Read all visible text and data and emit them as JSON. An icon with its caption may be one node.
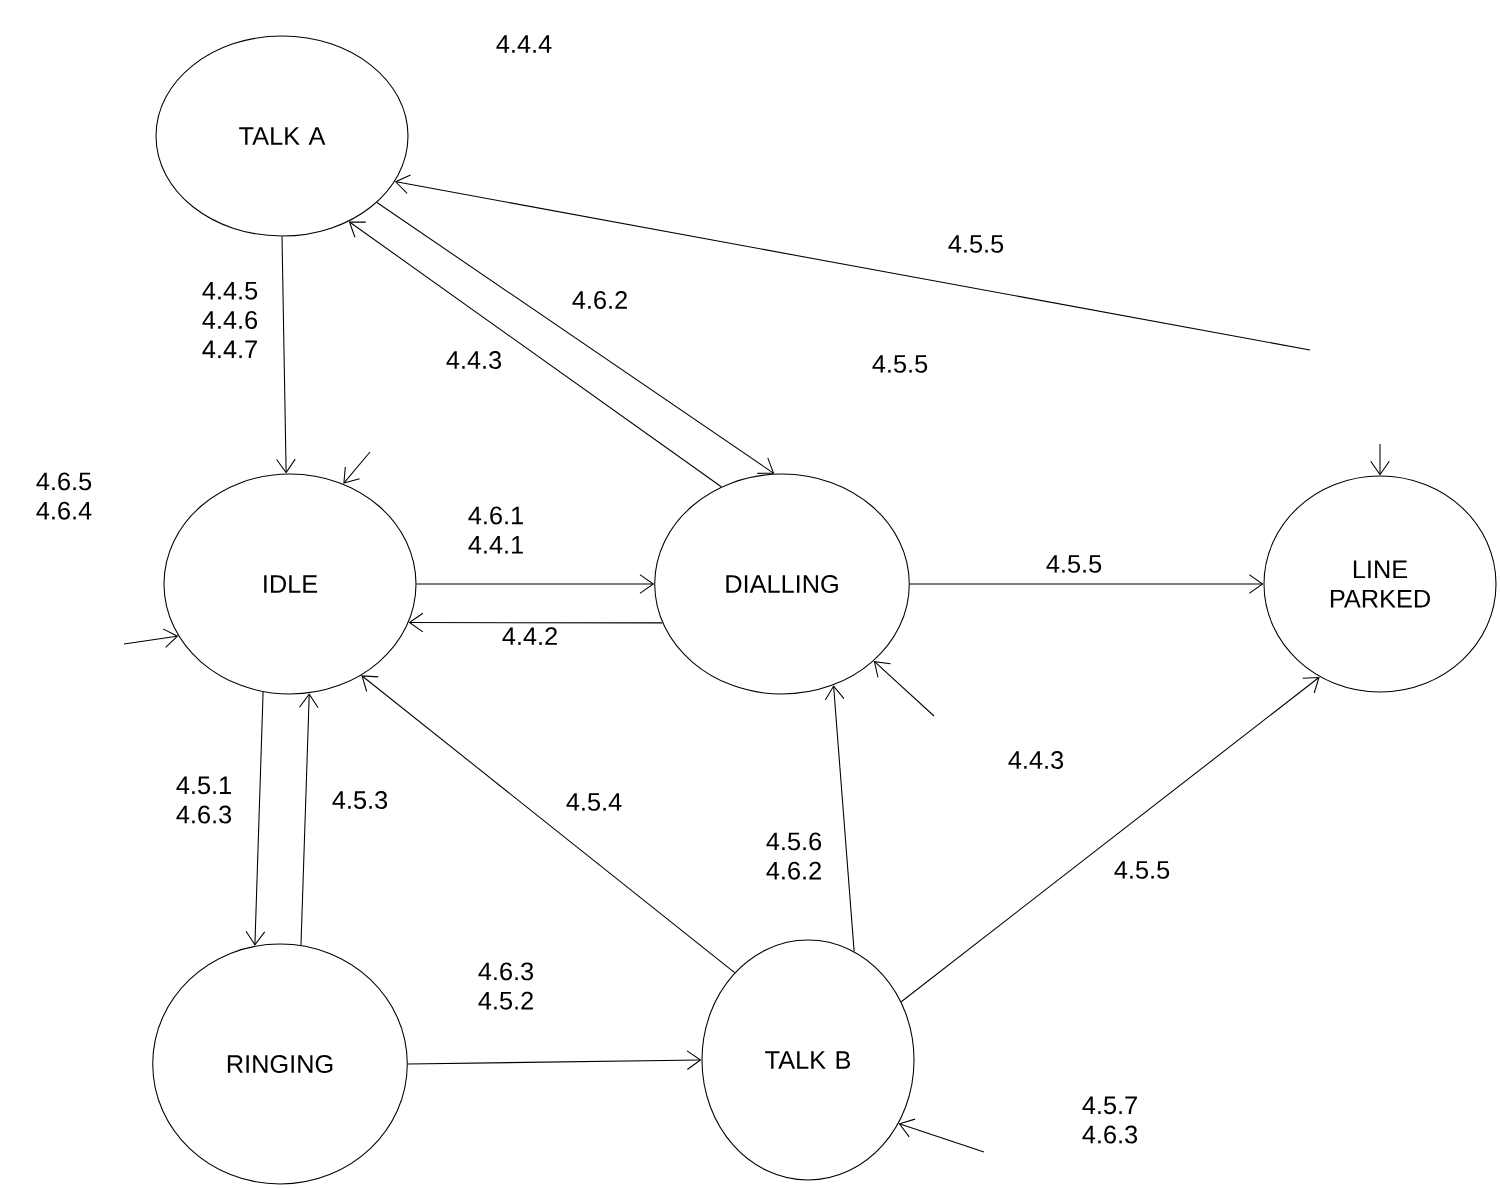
{
  "diagram": {
    "nodes": [
      {
        "text": [
          "TALK A"
        ]
      },
      {
        "text": [
          "IDLE"
        ]
      },
      {
        "text": [
          "DIALLING"
        ]
      },
      {
        "text": [
          "LINE PARKED"
        ]
      },
      {
        "text": [
          "RINGING"
        ]
      },
      {
        "text": [
          "TALK B"
        ]
      }
    ],
    "edges": [
      {
        "from": 0,
        "to": 1,
        "arrow": "to",
        "label": "4.4.5 4.4.6 4.4.7"
      },
      {
        "from": 0,
        "to": 2,
        "arrow": "to",
        "label": "4.6.2"
      },
      {
        "from": 2,
        "to": 0,
        "arrow": "to",
        "label": "4.4.3"
      },
      {
        "from": null,
        "to": 0,
        "arrow": "to",
        "label": "4.5.5"
      },
      {
        "from": 1,
        "to": 2,
        "arrow": "to",
        "label": "4.6.1 4.4.1"
      },
      {
        "from": 2,
        "to": 1,
        "arrow": "to",
        "label": "4.4.2"
      },
      {
        "from": 2,
        "to": 3,
        "arrow": "to",
        "label": "4.5.5"
      },
      {
        "from": 1,
        "to": 4,
        "arrow": "to",
        "label": "4.5.1 4.6.3"
      },
      {
        "from": 4,
        "to": 1,
        "arrow": "to",
        "label": "4.5.3"
      },
      {
        "from": 5,
        "to": 1,
        "arrow": "to",
        "label": "4.5.4"
      },
      {
        "from": 4,
        "to": 5,
        "arrow": "to",
        "label": "4.6.3 4.5.2"
      },
      {
        "from": 5,
        "to": 2,
        "arrow": "to",
        "label": "4.5.6 4.6.2"
      },
      {
        "from": 5,
        "to": 3,
        "arrow": "to",
        "label": "4.5.5"
      },
      {
        "from": null,
        "to": 1,
        "arrow": "to"
      },
      {
        "from": null,
        "to": 1,
        "arrow": "to"
      },
      {
        "from": null,
        "to": 2,
        "arrow": "to"
      },
      {
        "from": null,
        "to": 3,
        "arrow": "to"
      },
      {
        "from": null,
        "to": 5,
        "arrow": "to"
      }
    ],
    "labels": [
      "4.4.4",
      "4.5.5",
      "4.6.5 4.6.4",
      "4.4.3",
      "4.5.7 4.6.3"
    ]
  }
}
